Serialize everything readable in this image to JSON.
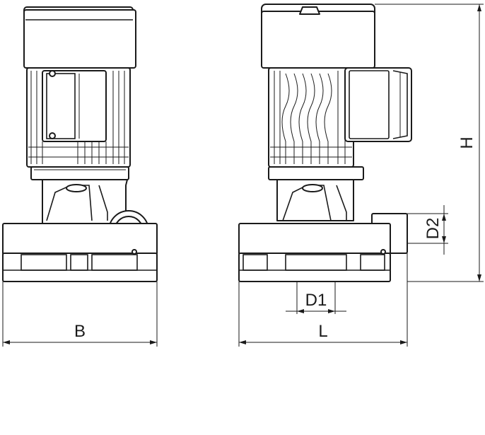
{
  "labels": {
    "b": "B",
    "l": "L",
    "d1": "D1",
    "d2": "D2",
    "h": "H"
  },
  "colors": {
    "stroke": "#1a1a1a",
    "fill": "#ffffff",
    "shade": "#e9e9e9"
  }
}
